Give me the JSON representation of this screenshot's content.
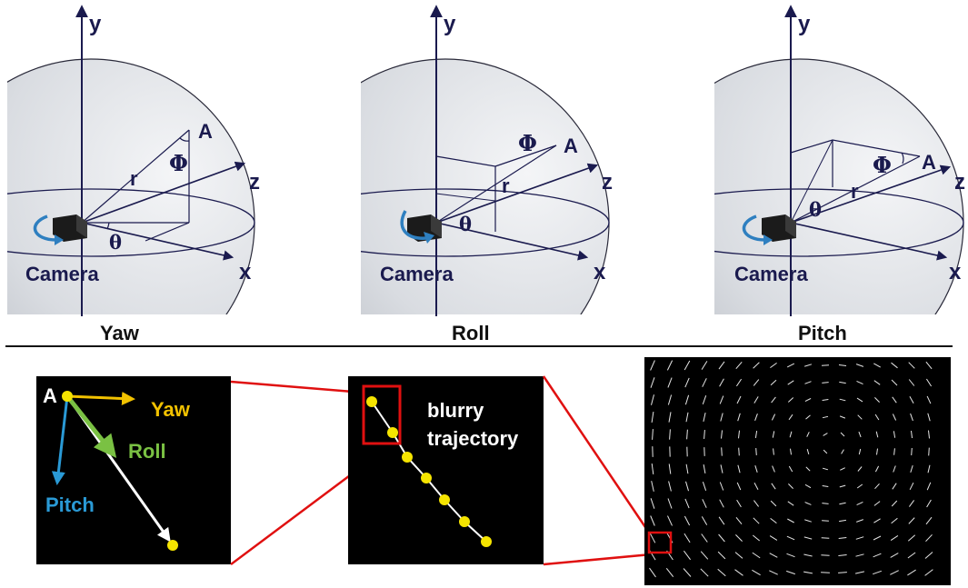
{
  "panels": [
    {
      "axis_y": "y",
      "axis_z": "z",
      "axis_x": "x",
      "point": "A",
      "radius": "r",
      "phi": "Φ",
      "theta": "θ",
      "camera": "Camera",
      "caption": "Yaw"
    },
    {
      "axis_y": "y",
      "axis_z": "z",
      "axis_x": "x",
      "point": "A",
      "radius": "r",
      "phi": "Φ",
      "theta": "θ",
      "camera": "Camera",
      "caption": "Roll"
    },
    {
      "axis_y": "y",
      "axis_z": "z",
      "axis_x": "x",
      "point": "A",
      "radius": "r",
      "phi": "Φ",
      "theta": "θ",
      "camera": "Camera",
      "caption": "Pitch"
    }
  ],
  "vectors": {
    "point": "A",
    "yaw": "Yaw",
    "roll": "Roll",
    "pitch": "Pitch"
  },
  "trajectory": {
    "label_line1": "blurry",
    "label_line2": "trajectory"
  },
  "colors": {
    "axis": "#1a1a4e",
    "sphere": "#dcdfe4",
    "yaw_arrow": "#f2c200",
    "roll_arrow": "#7ac143",
    "pitch_arrow": "#2a9ad6",
    "trajectory_dot": "#f5e400",
    "highlight_box": "#e01010",
    "rotation_arrow": "#2e7fc0"
  }
}
